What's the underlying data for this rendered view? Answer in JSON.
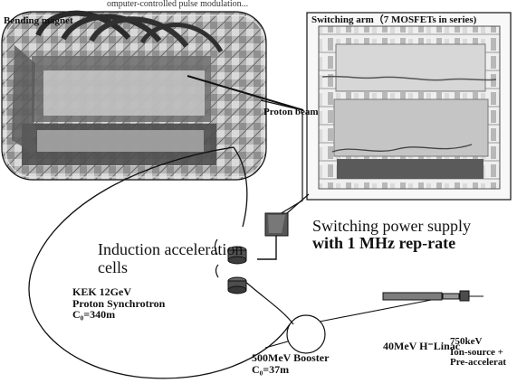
{
  "labels": {
    "top_fragment": "omputer-controlled pulse modulation...",
    "bending_magnet": "Bending magnet",
    "switching_arm": "Switching arm（7 MOSFETs in series)",
    "proton_beam": "Proton beam",
    "switching_power_supply_line1": "Switching power supply",
    "switching_power_supply_line2": "with 1 MHz rep-rate",
    "induction_cells": "Induction acceleration\ncells",
    "kek_synchrotron": "KEK 12GeV\n Proton Synchrotron\nC₀=340m",
    "linac": "40MeV H⁻Linac",
    "ion_source": "750keV\nIon-source +\nPre-accelerat",
    "booster": "500MeV Booster\nC₀=37m"
  },
  "colors": {
    "ink": "#111111",
    "photo_dark": "#3a3a3a",
    "photo_mid": "#8f8f8f",
    "photo_light": "#d4d4d4"
  }
}
